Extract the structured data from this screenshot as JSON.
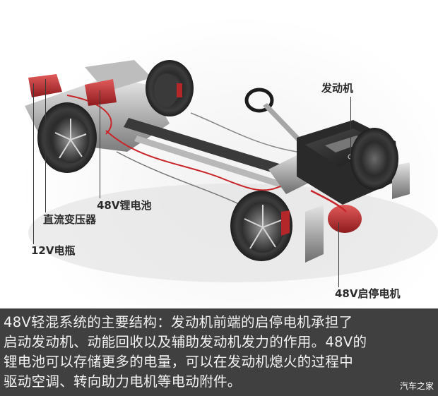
{
  "image": {
    "subject": "48V mild-hybrid chassis cutaway render",
    "accent_color": "#c8262a",
    "caption_bg": "#404040"
  },
  "labels": {
    "engine": "发动机",
    "battery_48v": "48V锂电池",
    "dcdc_converter": "直流变压器",
    "battery_12v": "12V电瓶",
    "starter_generator_48v": "48V启停电机"
  },
  "caption": {
    "lines": [
      "48V轻混系统的主要结构：发动机前端的启停电机承担了",
      "启动发动机、动能回收以及辅助发动机发力的作用。48V的",
      "锂电池可以存储更多的电量，可以在发动机熄火的过程中",
      "驱动空调、转向助力电机等电动附件。"
    ]
  },
  "watermark": "汽车之家"
}
